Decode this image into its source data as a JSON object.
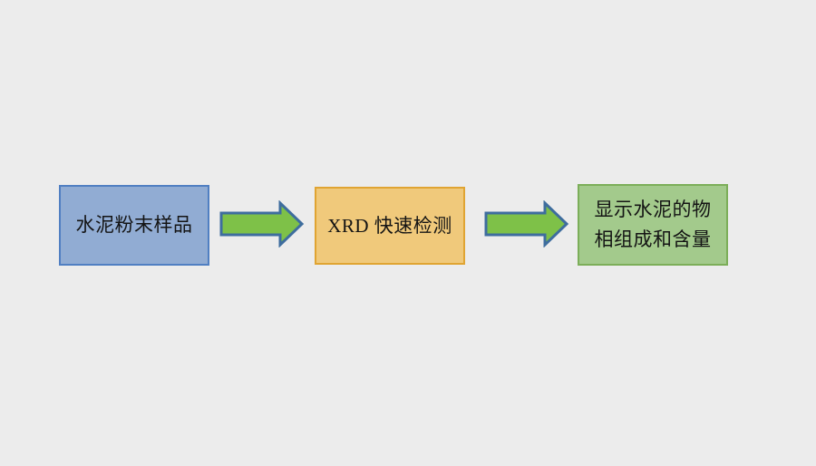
{
  "page": {
    "background_color": "#ECECEC",
    "text_color": "#141414"
  },
  "flow": {
    "nodes": [
      {
        "id": "cement-powder-sample",
        "label": "水泥粉末样品",
        "fill": "#91ACD3",
        "border": "#507FC2"
      },
      {
        "id": "xrd-rapid-detection",
        "label": "XRD 快速检测",
        "fill": "#F0C97B",
        "border": "#E0A432"
      },
      {
        "id": "display-phase-result",
        "lines": [
          "显示水泥的物",
          "相组成和含量"
        ],
        "fill": "#A3CA8C",
        "border": "#7CAE59"
      }
    ],
    "arrows": [
      {
        "id": "arrow-sample-to-xrd",
        "fill": "#7EC148",
        "border": "#3E6D9E"
      },
      {
        "id": "arrow-xrd-to-result",
        "fill": "#7EC148",
        "border": "#3E6D9E"
      }
    ]
  }
}
